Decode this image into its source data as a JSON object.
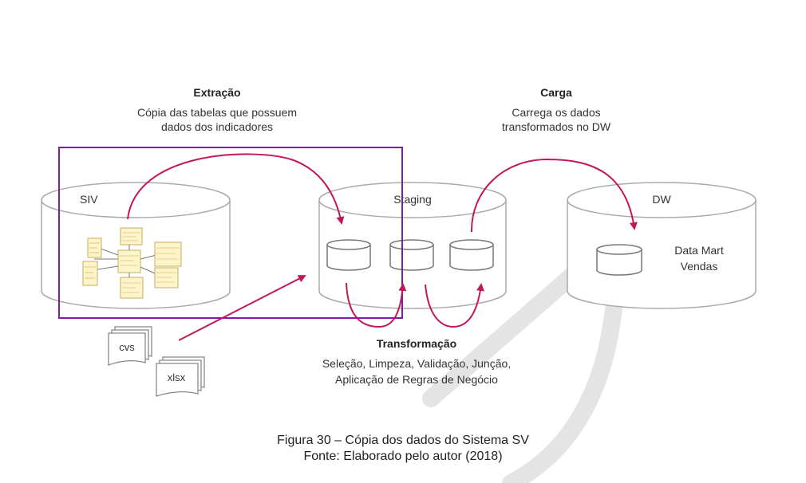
{
  "colors": {
    "accent": "#c2185b",
    "frame": "#7b1fa2",
    "cylinder": "#aaaaaa",
    "text": "#222222",
    "watermark": "#e2e2e2"
  },
  "extracao": {
    "title": "Extração",
    "line1": "Cópia das tabelas que possuem",
    "line2": "dados dos indicadores"
  },
  "carga": {
    "title": "Carga",
    "line1": "Carrega os dados",
    "line2": "transformados no DW"
  },
  "transformacao": {
    "title": "Transformação",
    "line1": "Seleção, Limpeza, Validação, Junção,",
    "line2": "Aplicação de Regras de Negócio"
  },
  "databases": {
    "siv": "SIV",
    "staging": "Staging",
    "dw": "DW"
  },
  "datamart": {
    "line1": "Data Mart",
    "line2": "Vendas"
  },
  "files": {
    "cvs": "cvs",
    "xlsx": "xlsx"
  },
  "caption": {
    "line1": "Figura 30 – Cópia dos dados do Sistema SV",
    "line2": "Fonte: Elaborado pelo autor (2018)"
  }
}
